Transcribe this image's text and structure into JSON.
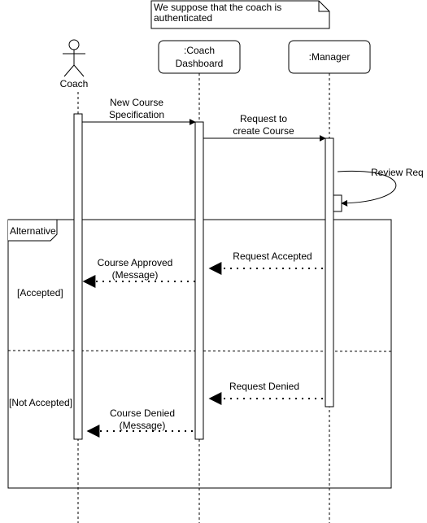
{
  "note": {
    "lines": [
      "We suppose that the coach is",
      "authenticated"
    ]
  },
  "actors": {
    "coach": {
      "label": "Coach"
    },
    "dashboard": {
      "lines": [
        ":Coach",
        "Dashboard"
      ]
    },
    "manager": {
      "label": ":Manager"
    }
  },
  "messages": {
    "new_course": {
      "lines": [
        "New Course",
        "Specification"
      ]
    },
    "request_create": {
      "lines": [
        "Request to",
        "create Course"
      ]
    },
    "review": {
      "label": "Review Req"
    },
    "request_accepted": {
      "label": "Request Accepted"
    },
    "course_approved": {
      "lines": [
        "Course Approved",
        "(Message)"
      ]
    },
    "request_denied": {
      "label": "Request Denied"
    },
    "course_denied": {
      "lines": [
        "Course Denied",
        "(Message)"
      ]
    }
  },
  "fragment": {
    "name": "Alternative",
    "guard_accepted": "[Accepted]",
    "guard_not_accepted": "[Not Accepted]"
  },
  "colors": {
    "stroke": "#000000",
    "background": "#ffffff"
  }
}
